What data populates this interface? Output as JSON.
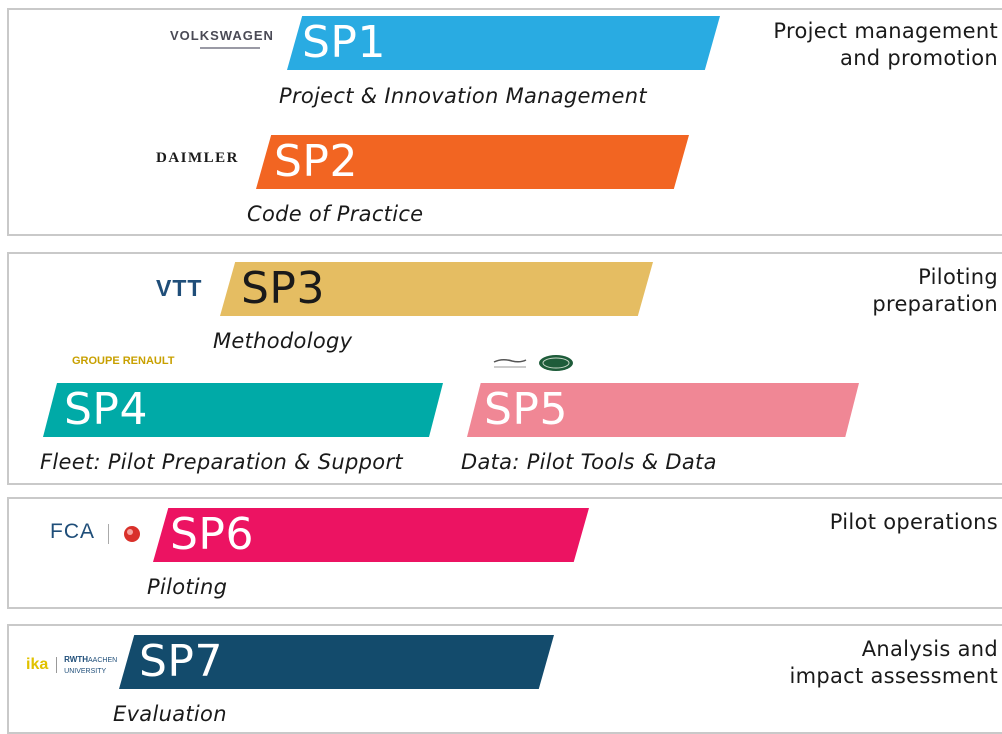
{
  "groups": [
    {
      "label": "Project management\nand promotion"
    },
    {
      "label": "Piloting\npreparation"
    },
    {
      "label": "Pilot operations"
    },
    {
      "label": "Analysis and\nimpact assessment"
    }
  ],
  "subprojects": [
    {
      "id": "SP1",
      "caption": "Project & Innovation Management",
      "color": "#29abe2",
      "partner": "VOLKSWAGEN",
      "partner_logo": "volkswagen-logo"
    },
    {
      "id": "SP2",
      "caption": "Code of Practice",
      "color": "#f26522",
      "partner": "DAIMLER",
      "partner_logo": "daimler-logo"
    },
    {
      "id": "SP3",
      "caption": "Methodology",
      "color": "#e5bd62",
      "partner": "VTT",
      "partner_logo": "vtt-logo"
    },
    {
      "id": "SP4",
      "caption": "Fleet: Pilot Preparation & Support",
      "color": "#00aaa7",
      "partner": "GROUPE RENAULT",
      "partner_logo": "groupe-renault-logo"
    },
    {
      "id": "SP5",
      "caption": "Data: Pilot Tools & Data",
      "color": "#f08795",
      "partner": "",
      "partner_logo": "jaguar-land-rover-logo"
    },
    {
      "id": "SP6",
      "caption": "Piloting",
      "color": "#ec1362",
      "partner": "FCA",
      "partner_logo": "fca-crf-logo"
    },
    {
      "id": "SP7",
      "caption": "Evaluation",
      "color": "#134b6c",
      "partner": "ika",
      "partner_logo": "ika-rwth-logo"
    }
  ],
  "logo_text": {
    "rwth": "RWTH",
    "aachen": "AACHEN",
    "university": "UNIVERSITY"
  }
}
